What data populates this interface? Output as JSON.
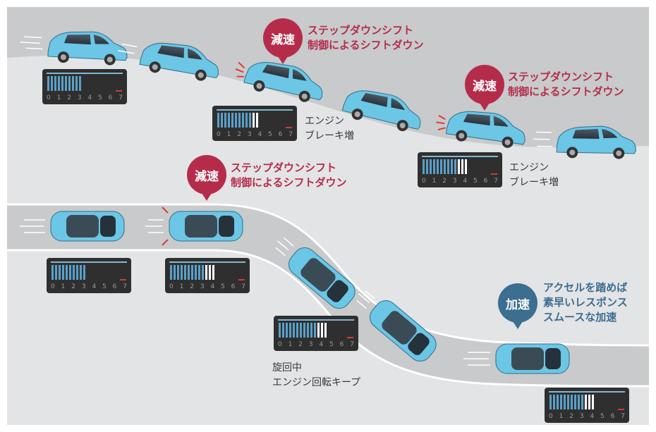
{
  "colors": {
    "decel": "#b52c4b",
    "accel": "#3c6e90",
    "car_body": "#6cc6e6",
    "sky": "#e3e4e5",
    "ground": "#c8cacb",
    "gauge_bg": "#2f2f2f"
  },
  "badges": {
    "decel": "減速",
    "accel": "加速"
  },
  "messages": {
    "downshift_line1": "ステップダウンシフト",
    "downshift_line2": "制御によるシフトダウン",
    "accel_line1": "アクセルを踏めば",
    "accel_line2": "素早いレスポンス",
    "accel_line3": "スムースな加速"
  },
  "captions": {
    "engine_brake_line1": "エンジン",
    "engine_brake_line2": "ブレーキ増",
    "cornering_line1": "旋回中",
    "cornering_line2": "エンジン回転キープ"
  },
  "gauge_scale": [
    "0",
    "1",
    "2",
    "3",
    "4",
    "5",
    "6",
    "7"
  ],
  "gauges": [
    {
      "id": "gauge-downhill-1",
      "blue": 10,
      "white": 0
    },
    {
      "id": "gauge-downhill-2",
      "blue": 10,
      "white": 2
    },
    {
      "id": "gauge-downhill-3",
      "blue": 10,
      "white": 3
    },
    {
      "id": "gauge-straight",
      "blue": 10,
      "white": 0
    },
    {
      "id": "gauge-braking",
      "blue": 10,
      "white": 3
    },
    {
      "id": "gauge-cornering",
      "blue": 11,
      "white": 3
    },
    {
      "id": "gauge-exit",
      "blue": 10,
      "white": 3
    }
  ]
}
